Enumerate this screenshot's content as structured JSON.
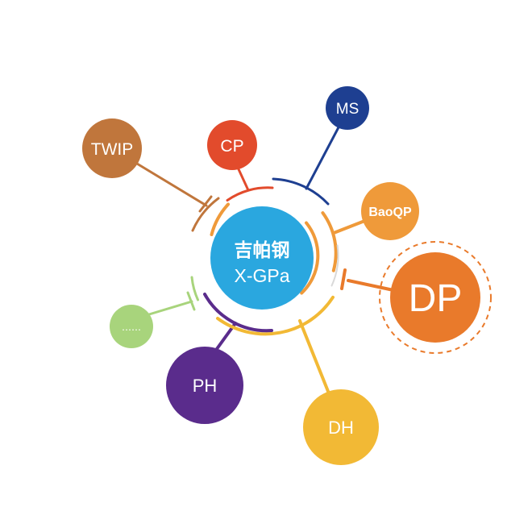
{
  "center": {
    "line1": "吉帕钢",
    "line2": "X-GPa",
    "color": "#2aa7df"
  },
  "nodes": [
    {
      "id": "twip",
      "label": "TWIP",
      "color": "#c0763c"
    },
    {
      "id": "cp",
      "label": "CP",
      "color": "#e24b2c"
    },
    {
      "id": "ms",
      "label": "MS",
      "color": "#1e3f91"
    },
    {
      "id": "baoqp",
      "label": "BaoQP",
      "color": "#ef9a3a"
    },
    {
      "id": "dp",
      "label": "DP",
      "color": "#e97a2b"
    },
    {
      "id": "dh",
      "label": "DH",
      "color": "#f2b935"
    },
    {
      "id": "ph",
      "label": "PH",
      "color": "#5a2c8c"
    },
    {
      "id": "more",
      "label": "……",
      "color": "#a8d47c"
    }
  ]
}
